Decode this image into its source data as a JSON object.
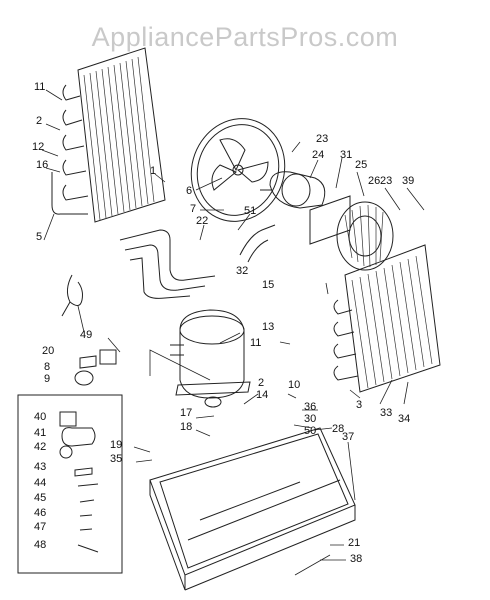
{
  "watermark": "AppliancePartsPros.com",
  "callouts": [
    {
      "num": "11"
    },
    {
      "num": "2"
    },
    {
      "num": "12"
    },
    {
      "num": "16"
    },
    {
      "num": "5"
    },
    {
      "num": "1"
    },
    {
      "num": "6"
    },
    {
      "num": "7"
    },
    {
      "num": "22"
    },
    {
      "num": "23"
    },
    {
      "num": "24"
    },
    {
      "num": "31"
    },
    {
      "num": "25"
    },
    {
      "num": "26"
    },
    {
      "num": "23"
    },
    {
      "num": "39"
    },
    {
      "num": "51"
    },
    {
      "num": "32"
    },
    {
      "num": "15"
    },
    {
      "num": "13"
    },
    {
      "num": "11"
    },
    {
      "num": "2"
    },
    {
      "num": "20"
    },
    {
      "num": "49"
    },
    {
      "num": "8"
    },
    {
      "num": "9"
    },
    {
      "num": "14"
    },
    {
      "num": "10"
    },
    {
      "num": "3"
    },
    {
      "num": "36"
    },
    {
      "num": "30"
    },
    {
      "num": "50"
    },
    {
      "num": "33"
    },
    {
      "num": "34"
    },
    {
      "num": "17"
    },
    {
      "num": "18"
    },
    {
      "num": "28"
    },
    {
      "num": "37"
    },
    {
      "num": "19"
    },
    {
      "num": "35"
    },
    {
      "num": "40"
    },
    {
      "num": "41"
    },
    {
      "num": "42"
    },
    {
      "num": "43"
    },
    {
      "num": "44"
    },
    {
      "num": "45"
    },
    {
      "num": "46"
    },
    {
      "num": "47"
    },
    {
      "num": "48"
    },
    {
      "num": "21"
    },
    {
      "num": "38"
    }
  ]
}
